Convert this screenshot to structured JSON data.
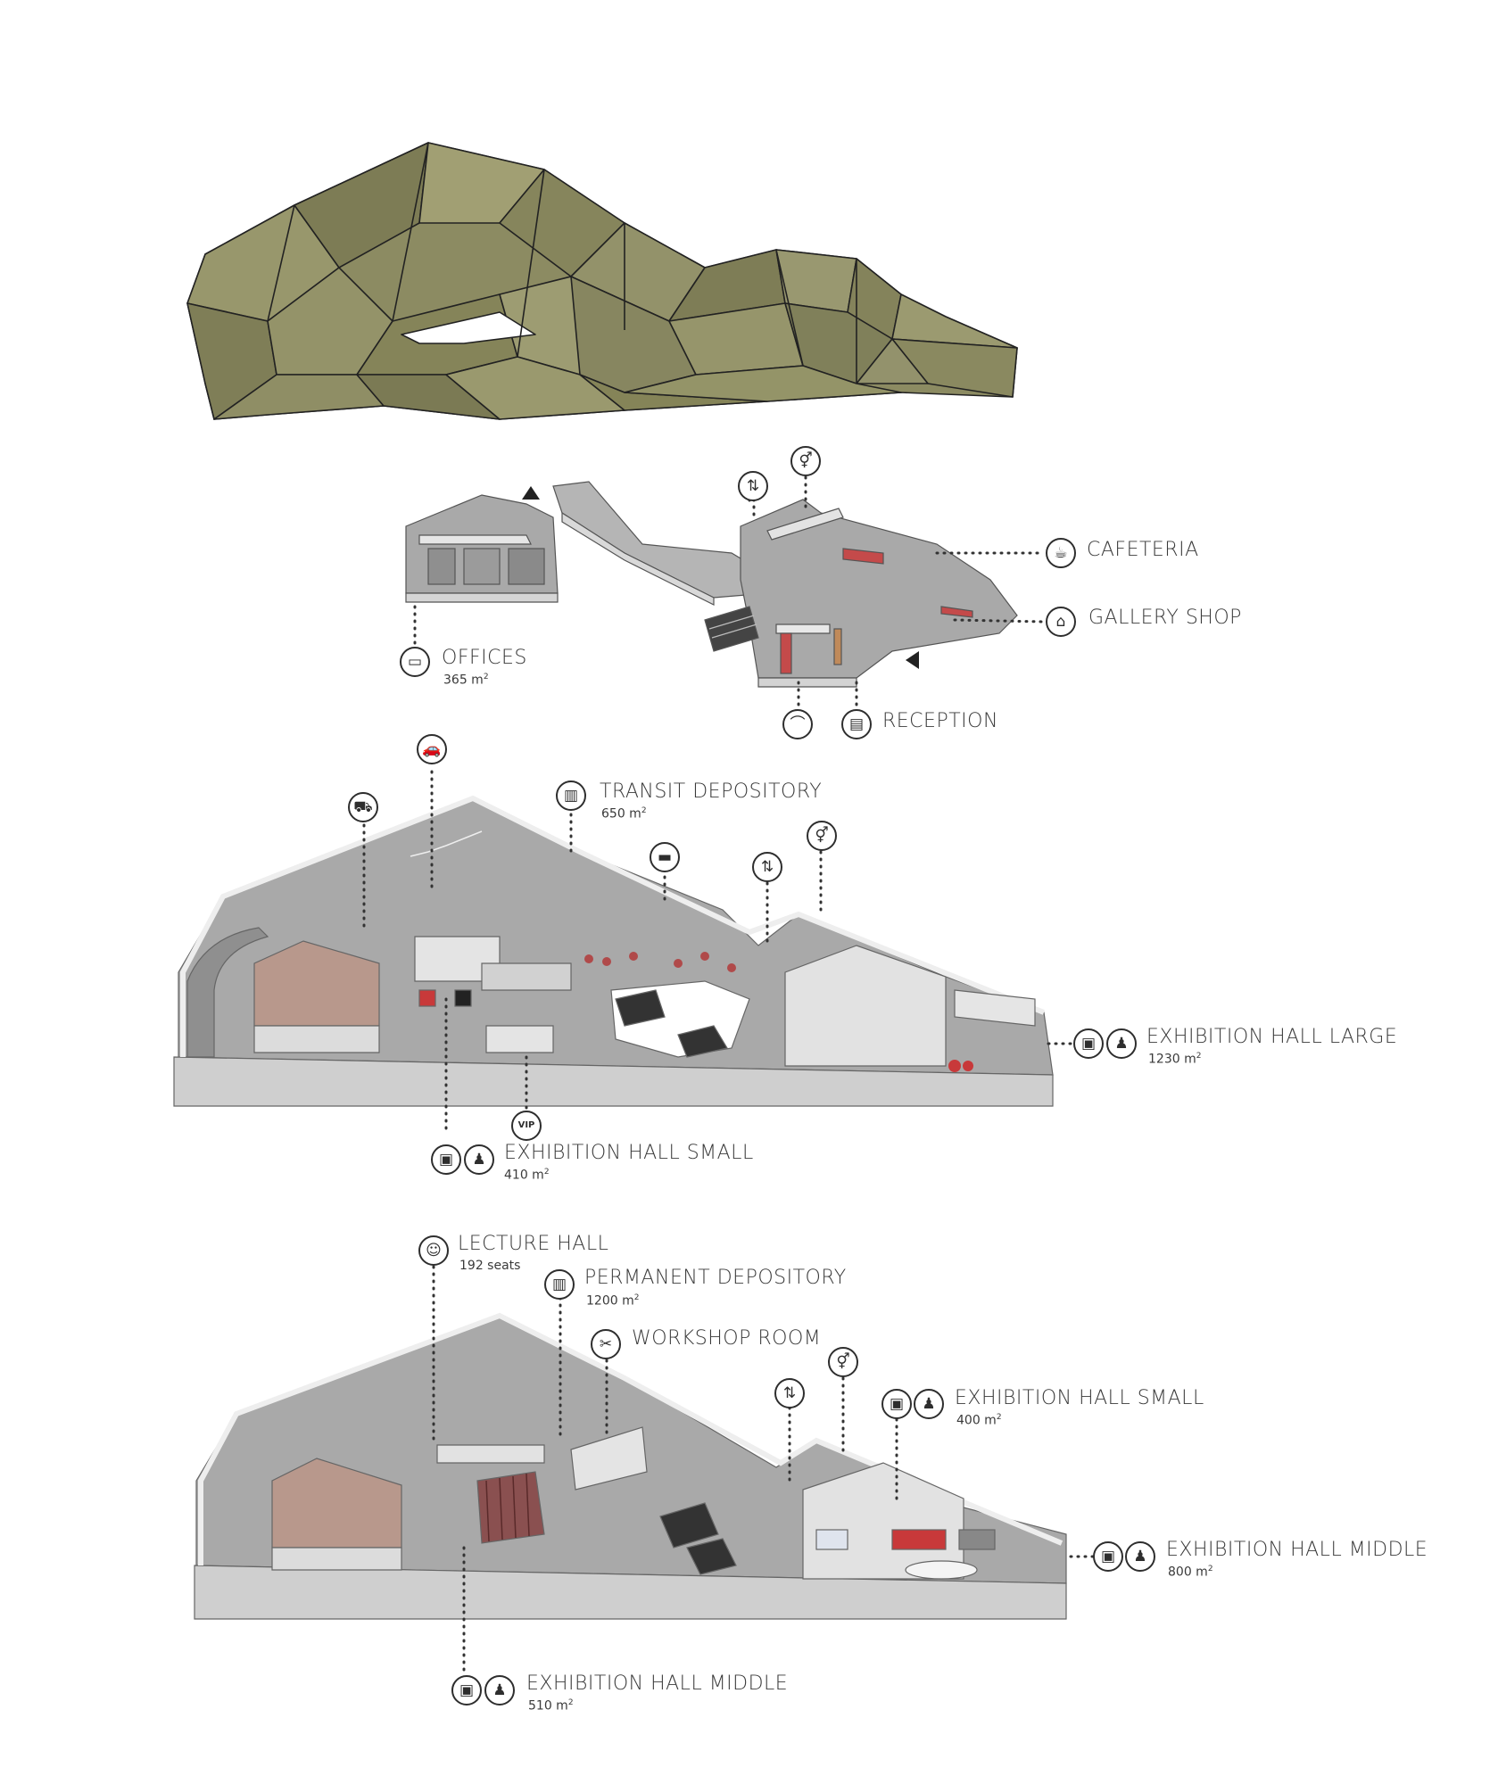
{
  "colors": {
    "roof": "#8c8b62",
    "roof_line": "#222222",
    "floor": "#a9a9a9",
    "wall_top": "#e2e2e2",
    "wall_face": "#c9c9c9",
    "brick": "#b8988c",
    "accent_red": "#c8393a",
    "leader": "#333333"
  },
  "level1": {
    "offices": {
      "label": "OFFICES",
      "area": "365 m",
      "icon": "office-desk-icon"
    },
    "cafeteria": {
      "label": "CAFETERIA",
      "icon": "coffee-cup-icon"
    },
    "gallery_shop": {
      "label": "GALLERY SHOP",
      "icon": "shopping-basket-icon"
    },
    "reception": {
      "label": "RECEPTION",
      "icon": "ticket-icon"
    },
    "icons": [
      "elevator-icon",
      "restroom-icon",
      "cloakroom-hanger-icon"
    ]
  },
  "level2": {
    "transit_depository": {
      "label": "TRANSIT DEPOSITORY",
      "area": "650 m",
      "icon": "storage-icon"
    },
    "exhibition_large": {
      "label": "EXHIBITION HALL LARGE",
      "area": "1230 m",
      "icons": [
        "painting-icon",
        "sculpture-icon"
      ]
    },
    "exhibition_small": {
      "label": "EXHIBITION HALL SMALL",
      "area": "410 m",
      "icons": [
        "painting-icon",
        "sculpture-icon"
      ]
    },
    "vip": {
      "label": "VIP",
      "icon": "vip-icon"
    },
    "icons": [
      "parking-car-icon",
      "delivery-truck-icon",
      "lounge-sofa-icon",
      "elevator-icon",
      "restroom-icon"
    ]
  },
  "level3": {
    "lecture_hall": {
      "label": "LECTURE HALL",
      "seats": "192 seats",
      "icon": "lecture-icon"
    },
    "permanent_depository": {
      "label": "PERMANENT DEPOSITORY",
      "area": "1200 m",
      "icon": "storage-icon"
    },
    "workshop": {
      "label": "WORKSHOP ROOM",
      "icon": "workshop-tools-icon"
    },
    "exhibition_small": {
      "label": "EXHIBITION HALL SMALL",
      "area": "400 m",
      "icons": [
        "painting-icon",
        "sculpture-icon"
      ]
    },
    "exhibition_middle_right": {
      "label": "EXHIBITION HALL MIDDLE",
      "area": "800 m",
      "icons": [
        "painting-icon",
        "sculpture-icon"
      ]
    },
    "exhibition_middle_bottom": {
      "label": "EXHIBITION HALL MIDDLE",
      "area": "510 m",
      "icons": [
        "painting-icon",
        "sculpture-icon"
      ]
    },
    "icons": [
      "elevator-icon",
      "restroom-icon"
    ]
  },
  "unit_superscript": "2"
}
